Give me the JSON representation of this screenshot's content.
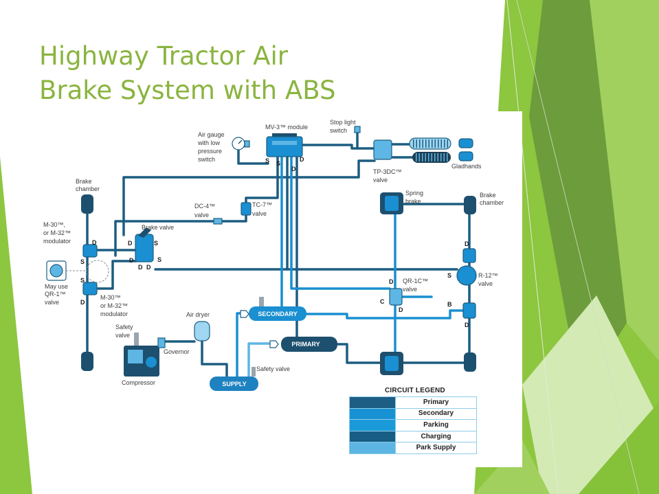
{
  "slide": {
    "title": "Highway Tractor Air Brake System with ABS"
  },
  "theme": {
    "title_green": "#8ab43f",
    "facet_green": "#8dc63f",
    "facet_dark": "#6d9c3c",
    "facet_light": "#a1d05e",
    "facet_pale": "#d3eab4",
    "facet_bright": "#86c13a",
    "line_dark": "#1d5d80",
    "line_bright": "#1a8fd1",
    "line_light": "#5db6e4",
    "component_dark": "#1d4f6e"
  },
  "diagram": {
    "labels": {
      "mv3_module": "MV-3™ module",
      "stop_light_switch": [
        "Stop light",
        "switch"
      ],
      "air_gauge": [
        "Air gauge",
        "with low",
        "pressure",
        "switch"
      ],
      "gladhands": "Gladhands",
      "tp3dc_valve": [
        "TP-3DC™",
        "valve"
      ],
      "brake_chamber_left": [
        "Brake",
        "chamber"
      ],
      "spring_brake": [
        "Spring",
        "brake"
      ],
      "brake_chamber_right": [
        "Brake",
        "chamber"
      ],
      "dc4_valve": [
        "DC-4™",
        "valve"
      ],
      "tc7_valve": [
        "TC-7™",
        "valve"
      ],
      "brake_valve": "Brake valve",
      "modulator_top": [
        "M-30™,",
        "or M-32™",
        "modulator"
      ],
      "qr1_note": [
        "May use",
        "QR-1™",
        "valve"
      ],
      "modulator_bottom": [
        "M-30™",
        "or M-32™",
        "modulator"
      ],
      "qr1c_valve": [
        "QR-1C™",
        "valve"
      ],
      "r12_valve": [
        "R-12™",
        "valve"
      ],
      "air_dryer": "Air dryer",
      "safety_valve_compressor": [
        "Safety",
        "valve"
      ],
      "governor": "Governor",
      "safety_valve_supply": "Safety valve",
      "compressor": "Compressor"
    },
    "tanks": {
      "secondary": "SECONDARY",
      "primary": "PRIMARY",
      "supply": "SUPPLY"
    },
    "ports": [
      "S",
      "S",
      "D",
      "D",
      "D",
      "D",
      "S",
      "D",
      "S",
      "D",
      "D",
      "S",
      "S",
      "D",
      "D",
      "S",
      "D",
      "C",
      "D",
      "B",
      "D"
    ]
  },
  "legend": {
    "title": "CIRCUIT LEGEND",
    "rows": [
      {
        "label": "Primary",
        "color": "#1d5e85"
      },
      {
        "label": "Secondary",
        "color": "#1891d3"
      },
      {
        "label": "Parking",
        "color": "#1a9ad8"
      },
      {
        "label": "Charging",
        "color": "#175d84"
      },
      {
        "label": "Park Supply",
        "color": "#5db5e3"
      }
    ]
  }
}
